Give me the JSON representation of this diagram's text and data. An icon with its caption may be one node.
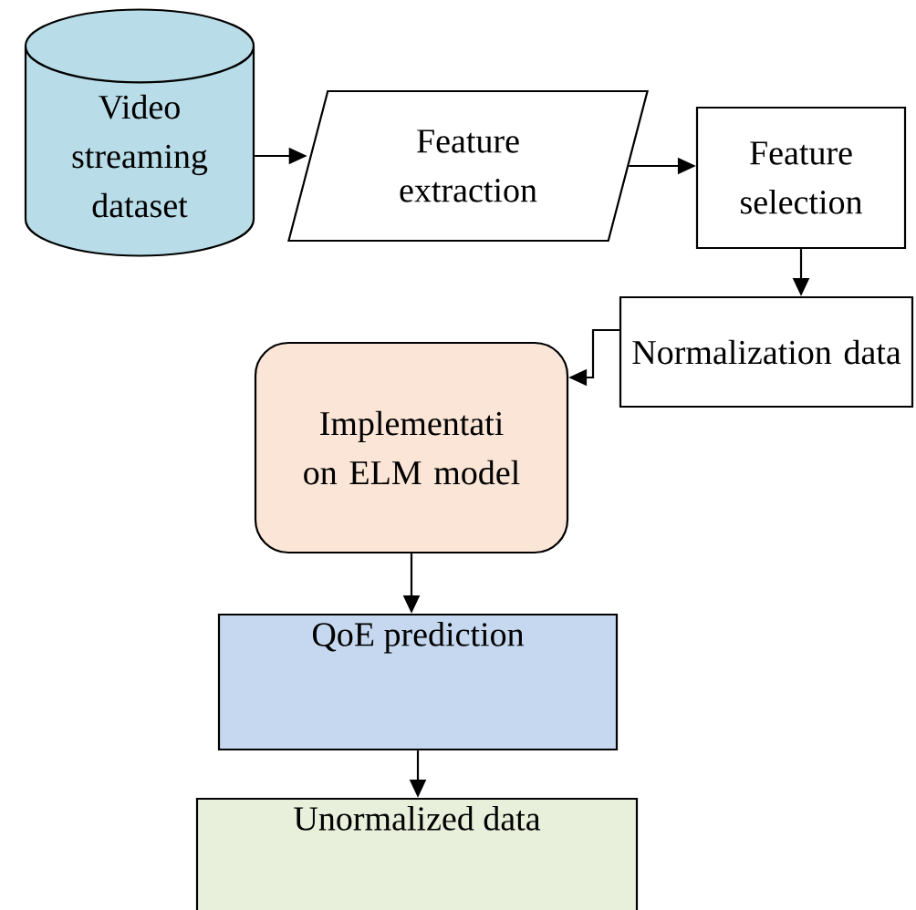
{
  "diagram": {
    "nodes": [
      {
        "text": [
          "Video streaming dataset"
        ]
      },
      {
        "text": [
          "Feature extraction"
        ]
      },
      {
        "text": [
          "Feature selection"
        ]
      },
      {
        "text": [
          "Normalization data"
        ]
      },
      {
        "text": [
          "Implementati on ELM model"
        ]
      },
      {
        "text": [
          "QoE prediction"
        ]
      },
      {
        "text": [
          "Unormalized data"
        ]
      }
    ],
    "edges": [
      {
        "from": 0,
        "to": 1,
        "arrow": "to"
      },
      {
        "from": 1,
        "to": 2,
        "arrow": "to"
      },
      {
        "from": 2,
        "to": 3,
        "arrow": "to"
      },
      {
        "from": 3,
        "to": 4,
        "arrow": "to"
      },
      {
        "from": 4,
        "to": 5,
        "arrow": "to"
      },
      {
        "from": 5,
        "to": 6,
        "arrow": "to"
      }
    ]
  }
}
